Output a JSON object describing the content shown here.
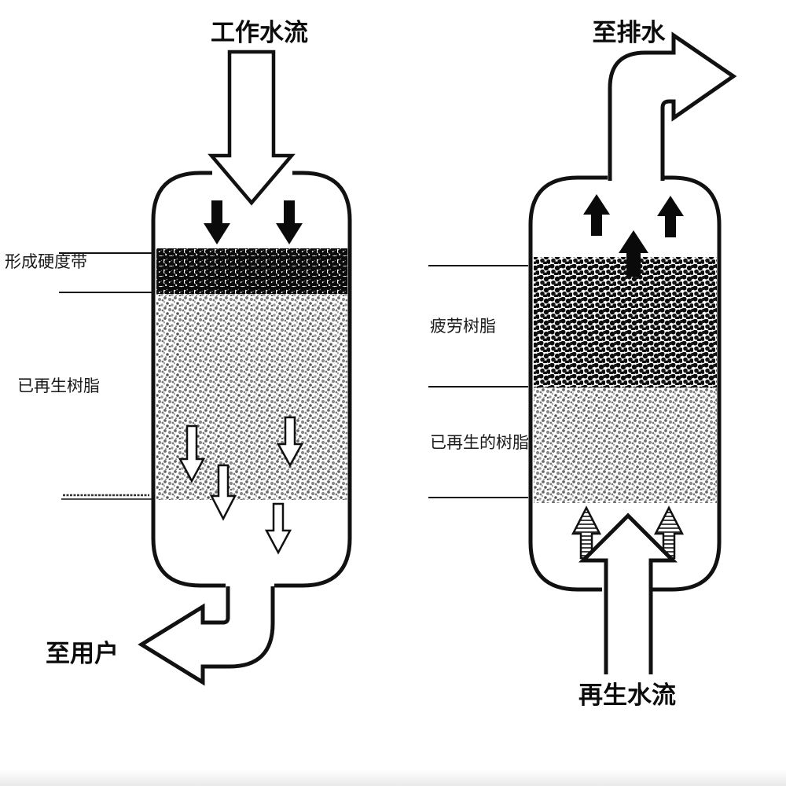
{
  "colors": {
    "ink": "#111111",
    "background": "#ffffff",
    "resin_dark": "#0a0a0a",
    "resin_gray": "#7a7a7a"
  },
  "left_vessel": {
    "inlet_label": "工作水流",
    "outlet_label": "至用户",
    "zones": {
      "hardness_band": "形成硬度带",
      "regenerated_resin": "已再生树脂"
    }
  },
  "right_vessel": {
    "drain_label": "至排水",
    "inlet_label": "再生水流",
    "zones": {
      "exhausted_resin": "疲劳树脂",
      "regenerated_resin": "已再生的树脂"
    }
  }
}
